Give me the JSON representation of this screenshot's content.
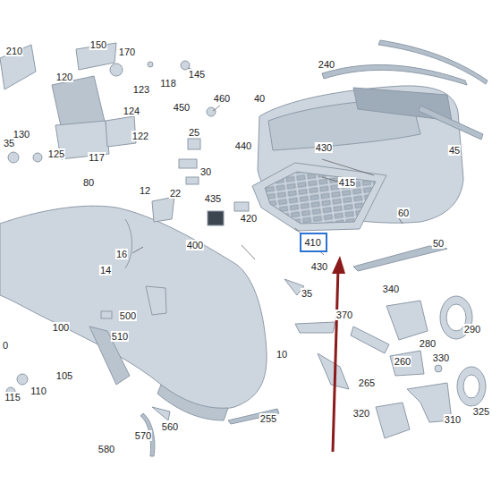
{
  "diagram": {
    "nodes": [
      {
        "text": [
          "410"
        ]
      }
    ],
    "labels": [
      "210",
      "150",
      "170",
      "120",
      "145",
      "118",
      "123",
      "460",
      "240",
      "40",
      "45",
      "124",
      "450",
      "130",
      "25",
      "122",
      "35",
      "125",
      "117",
      "440",
      "430",
      "30",
      "415",
      "80",
      "12",
      "22",
      "435",
      "420",
      "60",
      "400",
      "50",
      "16",
      "430",
      "14",
      "35",
      "340",
      "290",
      "370",
      "500",
      "100",
      "510",
      "280",
      "0",
      "10",
      "330",
      "260",
      "105",
      "265",
      "110",
      "115",
      "325",
      "320",
      "310",
      "255",
      "560",
      "570",
      "580"
    ]
  }
}
